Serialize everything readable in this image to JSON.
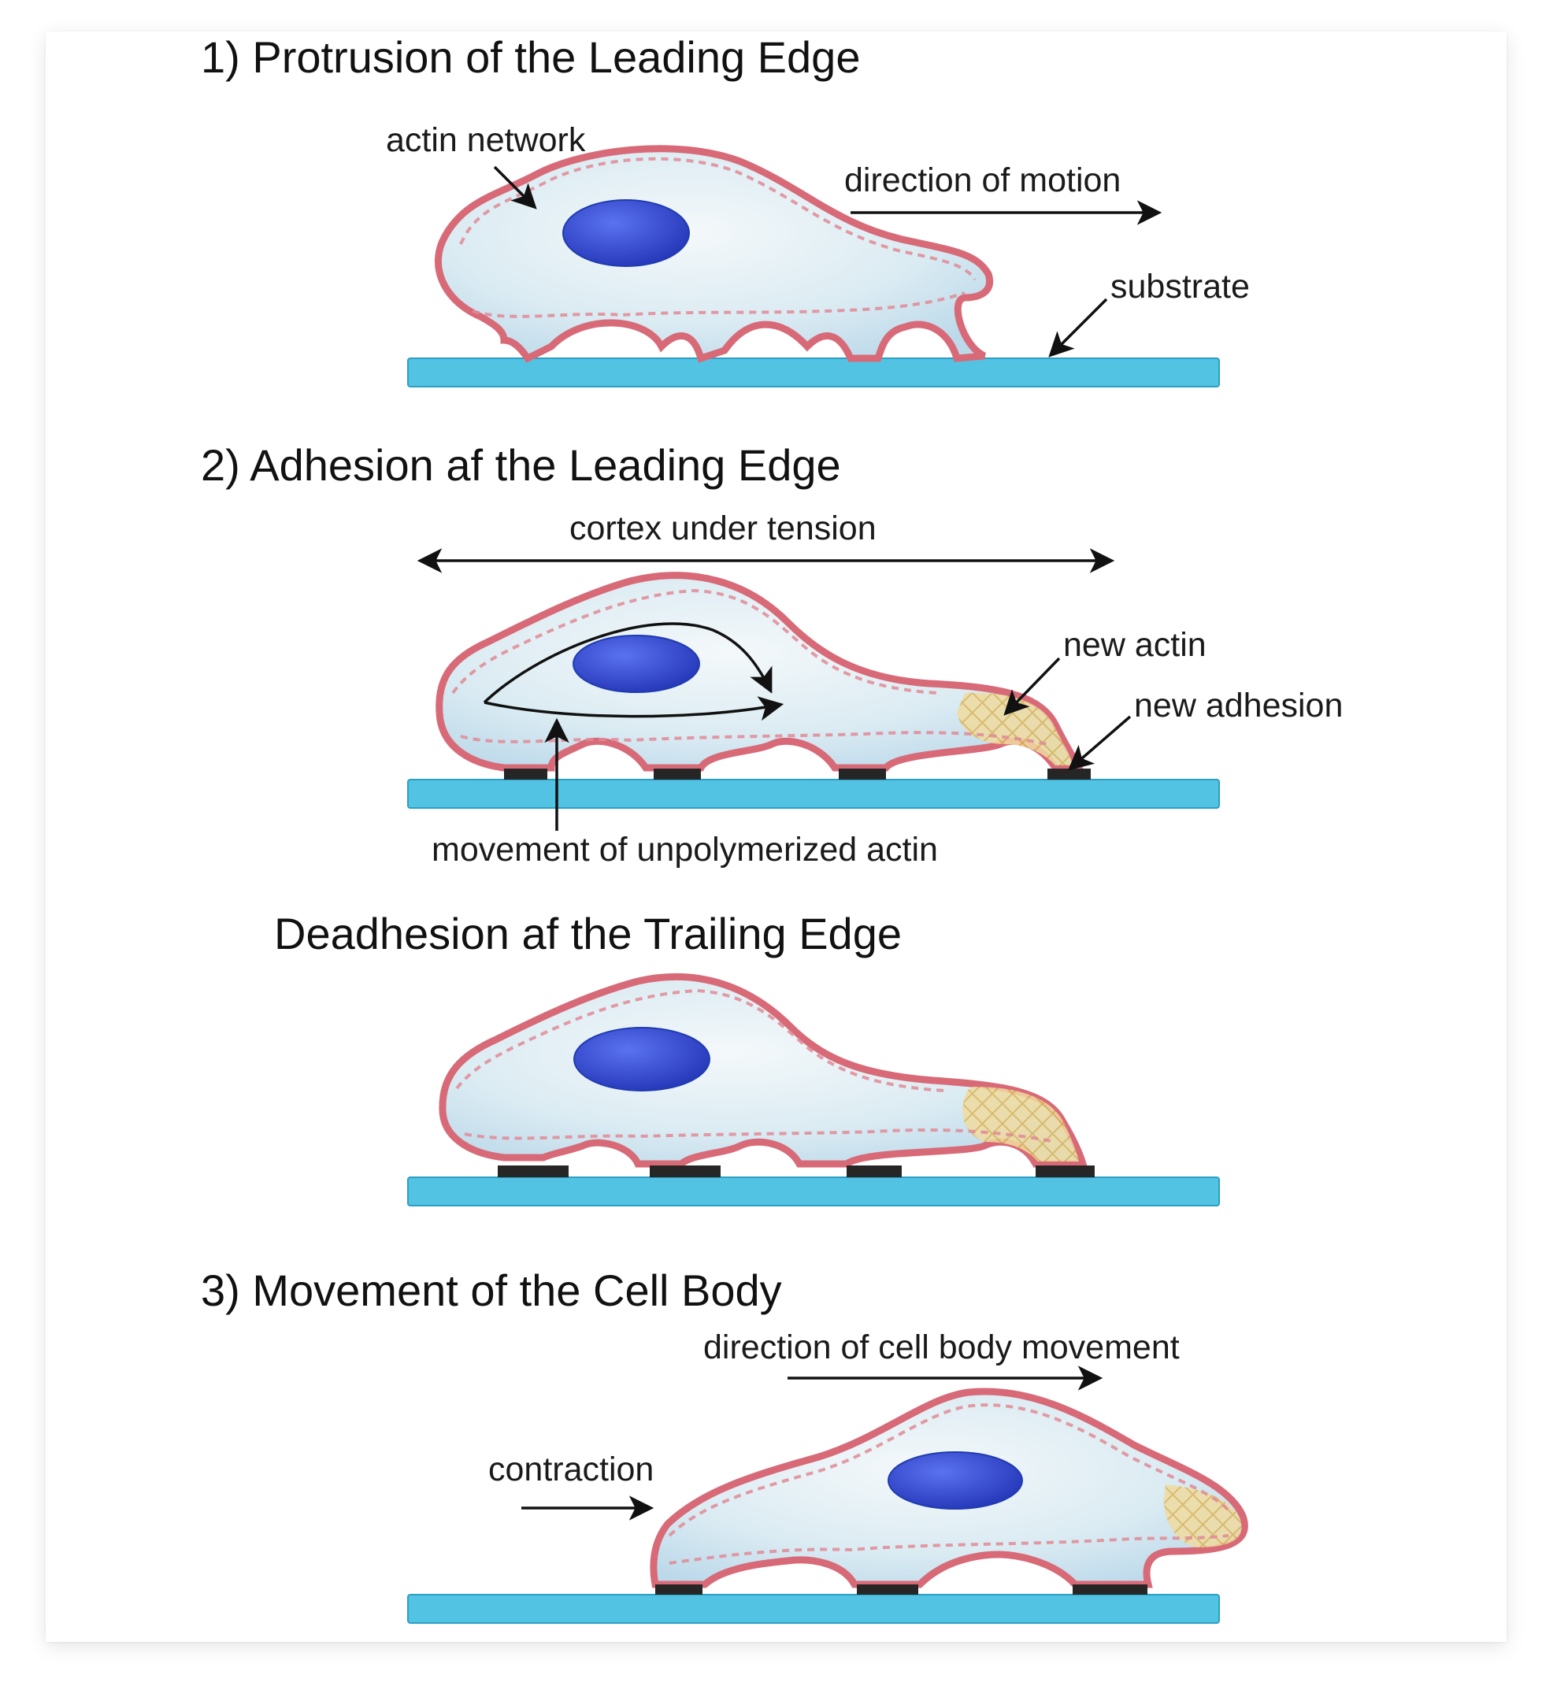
{
  "panels": [
    {
      "id": "protrusion",
      "heading": "1) Protrusion of the Leading Edge",
      "labels": {
        "actin_network": "actin network",
        "direction_of_motion": "direction of motion",
        "substrate": "substrate"
      }
    },
    {
      "id": "adhesion",
      "heading": "2) Adhesion af the Leading Edge",
      "labels": {
        "cortex_under_tension": "cortex under tension",
        "new_actin": "new actin",
        "new_adhesion": "new adhesion",
        "movement_of_unpolymerized_actin": "movement of unpolymerized actin"
      }
    },
    {
      "id": "deadhesion",
      "heading": "Deadhesion af the Trailing Edge",
      "labels": {}
    },
    {
      "id": "cell-body-movement",
      "heading": "3) Movement of the Cell Body",
      "labels": {
        "direction_of_cell_body_movement": "direction of cell body movement",
        "contraction": "contraction"
      }
    }
  ],
  "colors": {
    "substrate": "#53c3e3",
    "cell_membrane": "#d86a78",
    "cytoplasm": "#dcecf3",
    "nucleus": "#3550d8",
    "adhesion": "#262626",
    "new_actin": "#e8c878"
  }
}
